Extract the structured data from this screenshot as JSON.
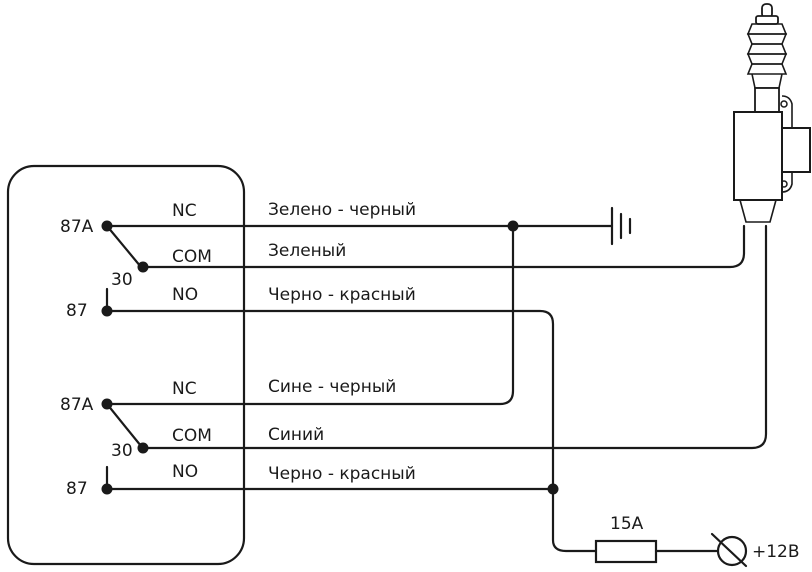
{
  "relay1": {
    "pin_87a": "87A",
    "pin_30": "30",
    "pin_87": "87",
    "label_nc": "NC",
    "label_com": "COM",
    "label_no": "NO"
  },
  "relay2": {
    "pin_87a": "87A",
    "pin_30": "30",
    "pin_87": "87",
    "label_nc": "NC",
    "label_com": "COM",
    "label_no": "NO"
  },
  "wires": {
    "w1": "Зелено - черный",
    "w2": "Зеленый",
    "w3": "Черно - красный",
    "w4": "Сине - черный",
    "w5": "Синий",
    "w6": "Черно - красный"
  },
  "fuse": {
    "rating": "15A"
  },
  "supply": {
    "label": "+12В"
  }
}
